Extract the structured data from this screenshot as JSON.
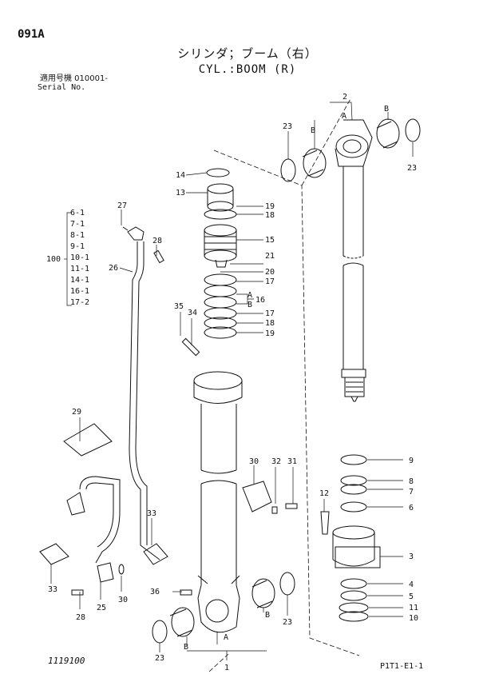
{
  "header": {
    "page_code": "091A",
    "title_jp": "シリンダ；ブーム（右）",
    "title_en": "CYL.:BOOM (R)",
    "serial_label_jp": "適用号機  010001-",
    "serial_label_en": "Serial No."
  },
  "footer": {
    "drawing_number": "1119100",
    "sheet_code": "P1T1-E1-1"
  },
  "callouts": {
    "c2": "2",
    "cA_top": "A",
    "cB_top_left": "B",
    "cB_top_right": "B",
    "c23_top_left": "23",
    "c23_top_right": "23",
    "c14": "14",
    "c13": "13",
    "c19a": "19",
    "c18a": "18",
    "c15": "15",
    "c21": "21",
    "c20": "20",
    "c17a": "17",
    "cA_mid": "A",
    "cB_mid": "B",
    "c16": "16",
    "c17b": "17",
    "c18b": "18",
    "c19b": "19",
    "c27": "27",
    "c28_top": "28",
    "c26": "26",
    "c35": "35",
    "c34": "34",
    "c29": "29",
    "c30_top": "30",
    "c32": "32",
    "c31": "31",
    "c33_right": "33",
    "c33_left": "33",
    "c36": "36",
    "c28_bottom": "28",
    "c25": "25",
    "c30_bottom": "30",
    "c9": "9",
    "c8": "8",
    "c7": "7",
    "c6": "6",
    "c12": "12",
    "c3": "3",
    "c4": "4",
    "c5": "5",
    "c11": "11",
    "c10": "10",
    "cB_bottom_left": "B",
    "cA_bottom": "A",
    "cB_bottom_right": "B",
    "c1": "1",
    "c23_bottom_left": "23",
    "c23_bottom_right": "23"
  },
  "kit_list": {
    "kit_number": "100",
    "items": [
      "6-1",
      "7-1",
      "8-1",
      "9-1",
      "10-1",
      "11-1",
      "14-1",
      "16-1",
      "17-2"
    ]
  }
}
